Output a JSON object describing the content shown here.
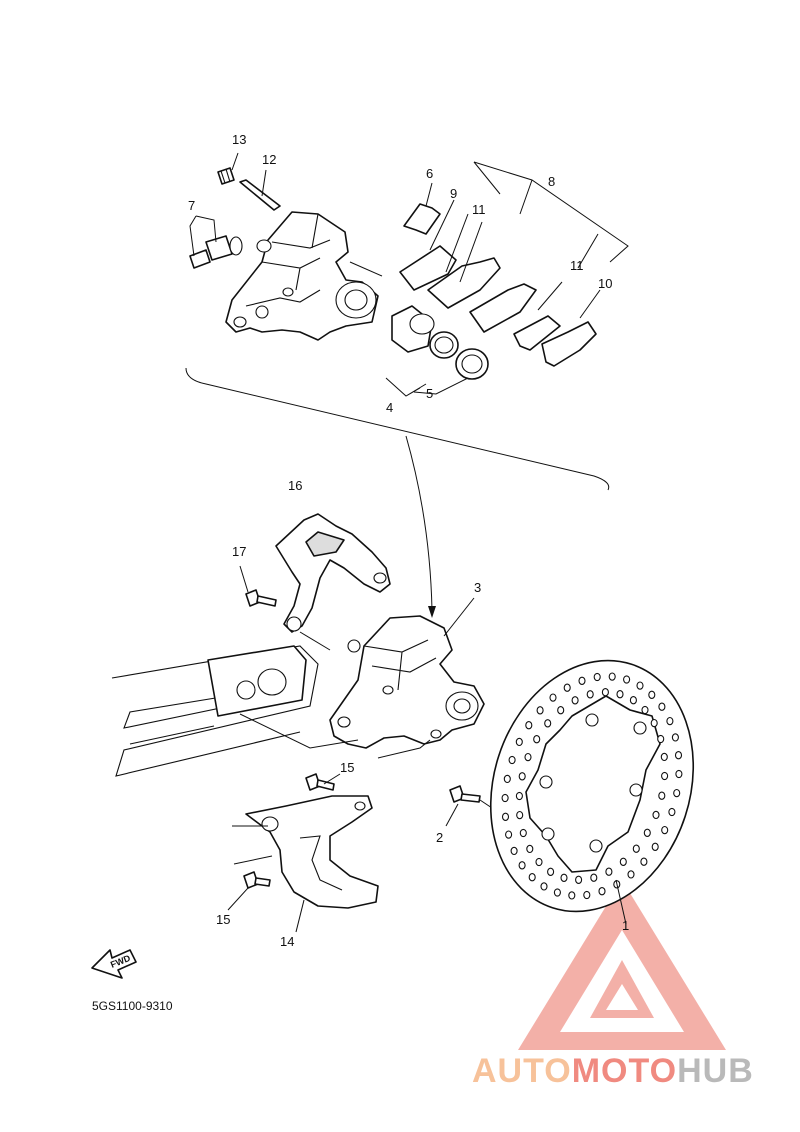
{
  "diagram": {
    "code": "5GS1100-9310",
    "fwd_label": "FWD",
    "callouts": [
      {
        "id": "c1",
        "text": "1"
      },
      {
        "id": "c2",
        "text": "2"
      },
      {
        "id": "c3",
        "text": "3"
      },
      {
        "id": "c4",
        "text": "4"
      },
      {
        "id": "c5",
        "text": "5"
      },
      {
        "id": "c6",
        "text": "6"
      },
      {
        "id": "c7",
        "text": "7"
      },
      {
        "id": "c8",
        "text": "8"
      },
      {
        "id": "c9",
        "text": "9"
      },
      {
        "id": "c10",
        "text": "10"
      },
      {
        "id": "c11a",
        "text": "11"
      },
      {
        "id": "c11b",
        "text": "11"
      },
      {
        "id": "c12",
        "text": "12"
      },
      {
        "id": "c13",
        "text": "13"
      },
      {
        "id": "c14",
        "text": "14"
      },
      {
        "id": "c15a",
        "text": "15"
      },
      {
        "id": "c15b",
        "text": "15"
      },
      {
        "id": "c16",
        "text": "16"
      },
      {
        "id": "c17",
        "text": "17"
      }
    ]
  },
  "watermark": {
    "part1": "AUTO",
    "part2": "MOTO",
    "part3": "HUB",
    "color_light": "#f7c29a",
    "color_red": "#f08a80",
    "color_gray": "#b9b9b9"
  }
}
